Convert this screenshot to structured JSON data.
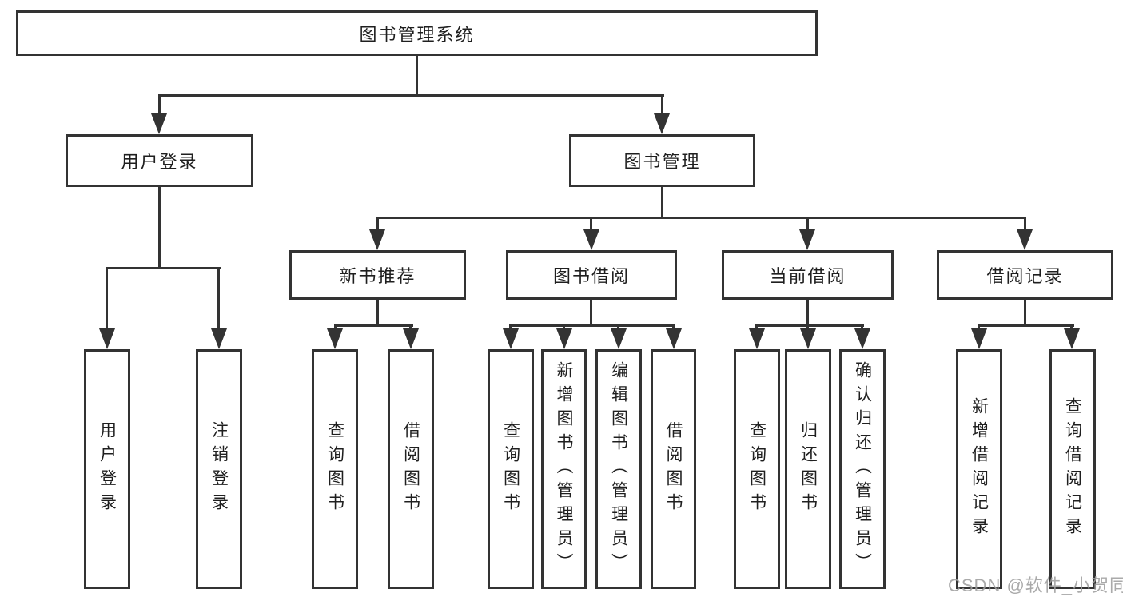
{
  "tree": {
    "root": "图书管理系统",
    "branches": [
      {
        "label": "用户登录",
        "children": [
          {
            "label": "用户登录"
          },
          {
            "label": "注销登录"
          }
        ]
      },
      {
        "label": "图书管理",
        "sections": [
          {
            "label": "新书推荐",
            "children": [
              {
                "label": "查询图书"
              },
              {
                "label": "借阅图书"
              }
            ]
          },
          {
            "label": "图书借阅",
            "children": [
              {
                "label": "查询图书"
              },
              {
                "label": "新增图书（管理员）"
              },
              {
                "label": "编辑图书（管理员）"
              },
              {
                "label": "借阅图书"
              }
            ]
          },
          {
            "label": "当前借阅",
            "children": [
              {
                "label": "查询图书"
              },
              {
                "label": "归还图书"
              },
              {
                "label": "确认归还（管理员）"
              }
            ]
          },
          {
            "label": "借阅记录",
            "children": [
              {
                "label": "新增借阅记录"
              },
              {
                "label": "查询借阅记录"
              }
            ]
          }
        ]
      }
    ]
  },
  "watermark": "CSDN @软件_小贺同学",
  "colors": {
    "line": "#333333",
    "text": "#1f1f1f",
    "watermark": "#9e9e9e",
    "background": "#ffffff"
  }
}
